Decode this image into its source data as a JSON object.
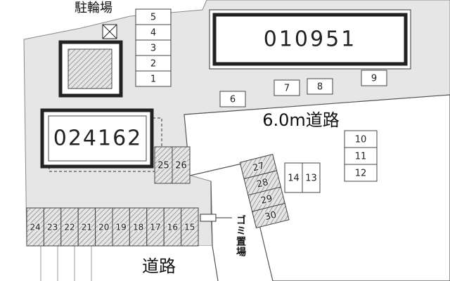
{
  "labels": {
    "bicycle_parking": "駐輪場",
    "road_main": "6.0m道路",
    "road_bottom": "道路",
    "garbage": "ゴミ置場"
  },
  "buildings": [
    {
      "id": "010951"
    },
    {
      "id": "024162"
    }
  ],
  "bike_slots": [
    "5",
    "4",
    "3",
    "2",
    "1"
  ],
  "north_lot": [
    "6",
    "7",
    "8",
    "9"
  ],
  "east_lot": [
    "10",
    "11",
    "12"
  ],
  "mid_lot": [
    "14",
    "13"
  ],
  "west_pair": [
    "25",
    "26"
  ],
  "diagonal_lot": [
    "27",
    "28",
    "29",
    "30"
  ],
  "bottom_row": [
    "24",
    "23",
    "22",
    "21",
    "20",
    "19",
    "18",
    "17",
    "16",
    "15"
  ]
}
